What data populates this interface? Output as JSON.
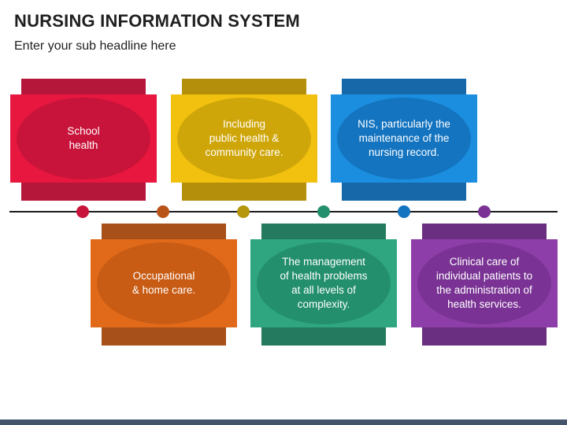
{
  "header": {
    "title": "NURSING INFORMATION SYSTEM",
    "subtitle": "Enter your sub headline here"
  },
  "cards": [
    {
      "text": "School\nhealth",
      "colors": {
        "band": "#e8173f",
        "shade": "#b5173a",
        "oval": "#c8143a",
        "fold": "#8c0f2a"
      }
    },
    {
      "text": "Occupational\n& home care.",
      "colors": {
        "band": "#e06a1a",
        "shade": "#a8501a",
        "oval": "#c85c14",
        "fold": "#7e3b0e"
      }
    },
    {
      "text": "Including\npublic health &\ncommunity care.",
      "colors": {
        "band": "#f2c10f",
        "shade": "#b48f0c",
        "oval": "#cfa60a",
        "fold": "#8a6d06"
      }
    },
    {
      "text": "The management\nof health problems\nat all levels of\ncomplexity.",
      "colors": {
        "band": "#2fa67f",
        "shade": "#237a5f",
        "oval": "#238f6c",
        "fold": "#185642"
      }
    },
    {
      "text": "NIS, particularly the\nmaintenance of the\nnursing record.",
      "colors": {
        "band": "#1b8ee0",
        "shade": "#1668a8",
        "oval": "#1474c0",
        "fold": "#0e4b7e"
      }
    },
    {
      "text": "Clinical care of\nindividual patients to\nthe administration of\nhealth services.",
      "colors": {
        "band": "#8e3ea8",
        "shade": "#6a2f80",
        "oval": "#7a3394",
        "fold": "#4e1f5e"
      }
    }
  ],
  "dots": [
    "#c8143a",
    "#b8541a",
    "#b5960d",
    "#238f6c",
    "#1474c0",
    "#7a3394"
  ],
  "footer": {
    "color": "#44546a"
  }
}
